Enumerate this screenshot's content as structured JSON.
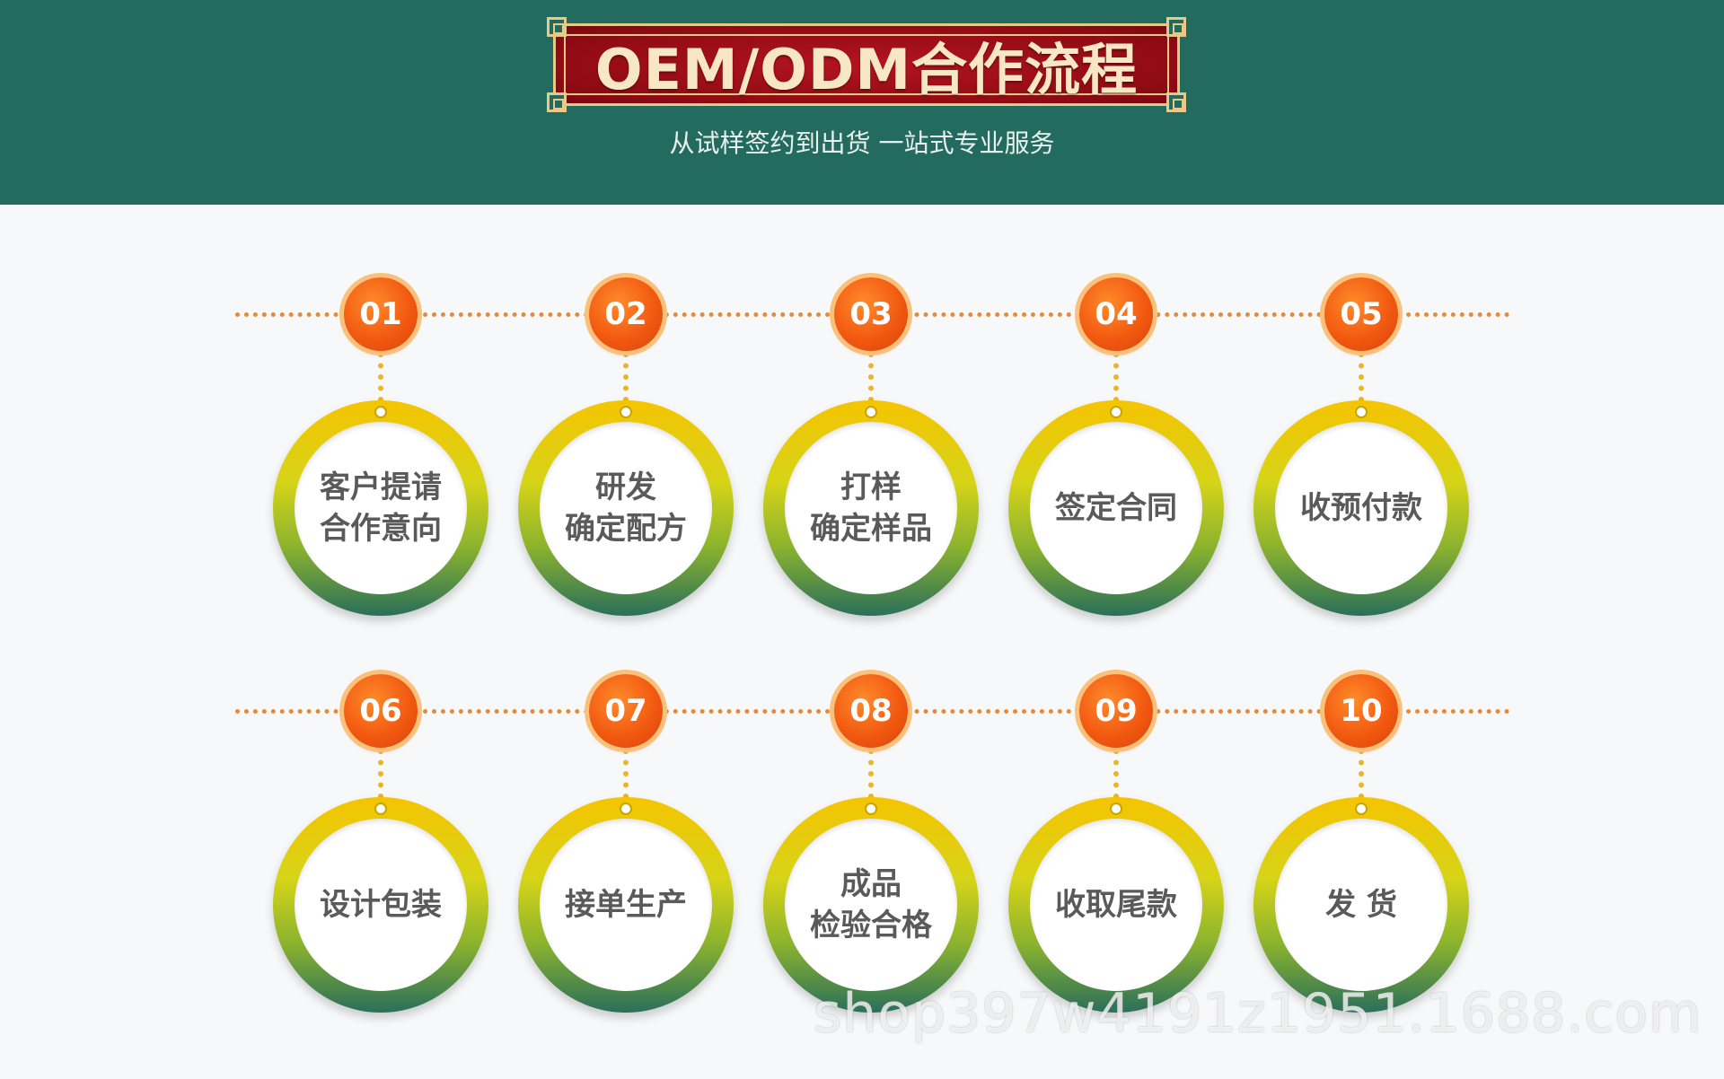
{
  "header": {
    "title": "OEM/ODM合作流程",
    "subtitle": "从试样签约到出货 一站式专业服务"
  },
  "steps": [
    {
      "number": "01",
      "label": "客户提请\n合作意向"
    },
    {
      "number": "02",
      "label": "研发\n确定配方"
    },
    {
      "number": "03",
      "label": "打样\n确定样品"
    },
    {
      "number": "04",
      "label": "签定合同"
    },
    {
      "number": "05",
      "label": "收预付款"
    },
    {
      "number": "06",
      "label": "设计包装"
    },
    {
      "number": "07",
      "label": "接单生产"
    },
    {
      "number": "08",
      "label": "成品\n检验合格"
    },
    {
      "number": "09",
      "label": "收取尾款"
    },
    {
      "number": "10",
      "label": "发 货"
    }
  ],
  "watermark": "shop397w4191z1951.1688.com",
  "colors": {
    "header_bg": "#226b5e",
    "banner_red": "#a5111b",
    "badge_orange": "#f25a11",
    "ring_top": "#f5c400",
    "ring_bottom": "#2a6f5a"
  }
}
